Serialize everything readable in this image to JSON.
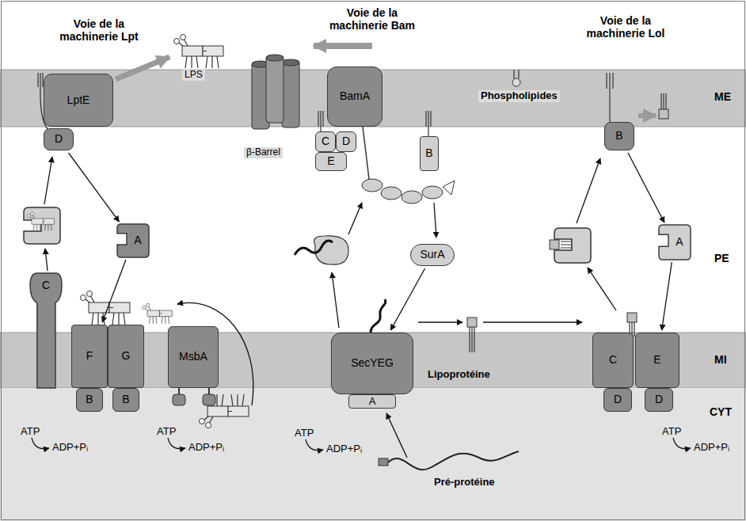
{
  "diagram": {
    "nodes": [
      {
        "text": [
          "LptE"
        ]
      },
      {
        "text": [
          "D"
        ]
      },
      {
        "text": [
          "A"
        ]
      },
      {
        "text": [
          "C"
        ]
      },
      {
        "text": [
          "F"
        ]
      },
      {
        "text": [
          "G"
        ]
      },
      {
        "text": [
          "B"
        ]
      },
      {
        "text": [
          "B"
        ]
      },
      {
        "text": [
          "MsbA"
        ]
      },
      {
        "text": [
          "BamA"
        ]
      },
      {
        "text": [
          "C"
        ]
      },
      {
        "text": [
          "D"
        ]
      },
      {
        "text": [
          "E"
        ]
      },
      {
        "text": [
          "B"
        ]
      },
      {
        "text": [
          "SurA"
        ]
      },
      {
        "text": [
          "SecYEG"
        ]
      },
      {
        "text": [
          "A"
        ]
      },
      {
        "text": [
          "B"
        ]
      },
      {
        "text": [
          "A"
        ]
      },
      {
        "text": [
          "C"
        ]
      },
      {
        "text": [
          "E"
        ]
      },
      {
        "text": [
          "D"
        ]
      },
      {
        "text": [
          "D"
        ]
      }
    ],
    "edges": [
      {
        "from": 1,
        "to": 2,
        "arrow": "to"
      },
      {
        "from": 2,
        "to": 4,
        "arrow": "to"
      },
      {
        "from": 14,
        "to": 15,
        "arrow": "to"
      },
      {
        "from": 17,
        "to": 18,
        "arrow": "to"
      },
      {
        "from": 18,
        "to": 20,
        "arrow": "to"
      }
    ],
    "labels": [
      "Voie de la machinerie Lpt",
      "Voie de la machinerie Bam",
      "Voie de la machinerie Lol",
      "LPS",
      "β-Barrel",
      "Phospholipides",
      "Lipoprotéine",
      "Pré-protéine",
      "ATP",
      "ADP+Pᵢ",
      "ATP",
      "ADP+Pᵢ",
      "ATP",
      "ADP+Pᵢ",
      "ATP",
      "ADP+Pᵢ",
      "ME",
      "PE",
      "MI",
      "CYT"
    ]
  }
}
